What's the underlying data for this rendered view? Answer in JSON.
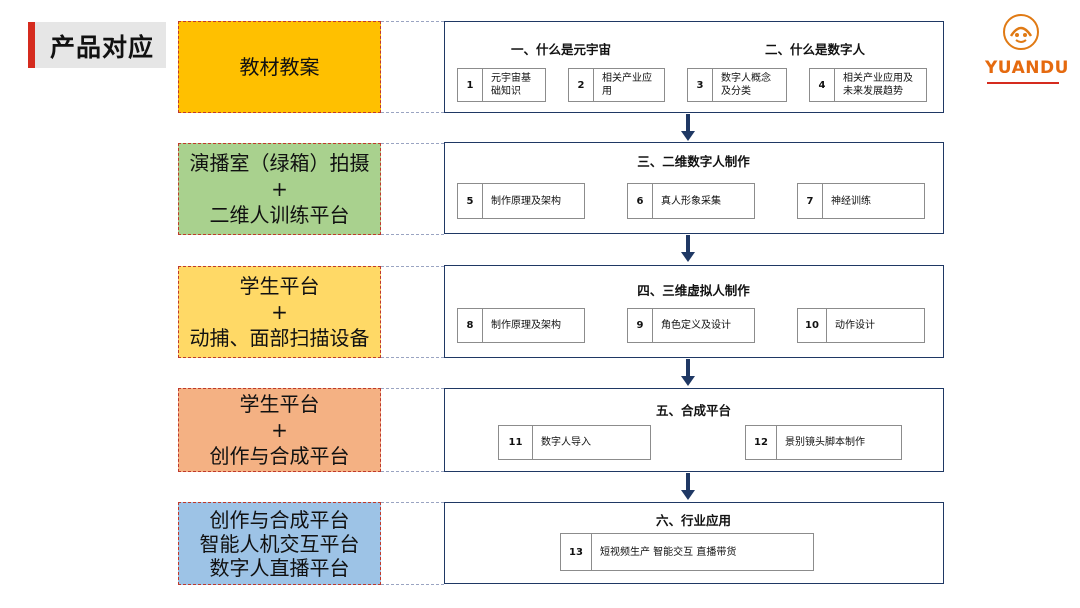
{
  "header": {
    "title": "产品对应"
  },
  "logo": {
    "wordmark": "YUANDU"
  },
  "rows": [
    {
      "left": {
        "lines": [
          "教材教案"
        ],
        "color": "#ffc000"
      },
      "right": {
        "titles": [
          "一、什么是元宇宙",
          "二、什么是数字人"
        ],
        "items": [
          {
            "num": "1",
            "label": "元宇宙基础知识"
          },
          {
            "num": "2",
            "label": "相关产业应用"
          },
          {
            "num": "3",
            "label": "数字人概念及分类"
          },
          {
            "num": "4",
            "label": "相关产业应用及未来发展趋势"
          }
        ]
      }
    },
    {
      "left": {
        "lines": [
          "演播室（绿箱）拍摄",
          "+",
          "二维人训练平台"
        ],
        "color": "#a9d18e"
      },
      "right": {
        "titles": [
          "三、二维数字人制作"
        ],
        "items": [
          {
            "num": "5",
            "label": "制作原理及架构"
          },
          {
            "num": "6",
            "label": "真人形象采集"
          },
          {
            "num": "7",
            "label": "神经训练"
          }
        ]
      }
    },
    {
      "left": {
        "lines": [
          "学生平台",
          "+",
          "动捕、面部扫描设备"
        ],
        "color": "#ffd966"
      },
      "right": {
        "titles": [
          "四、三维虚拟人制作"
        ],
        "items": [
          {
            "num": "8",
            "label": "制作原理及架构"
          },
          {
            "num": "9",
            "label": "角色定义及设计"
          },
          {
            "num": "10",
            "label": "动作设计"
          }
        ]
      }
    },
    {
      "left": {
        "lines": [
          "学生平台",
          "+",
          "创作与合成平台"
        ],
        "color": "#f4b183"
      },
      "right": {
        "titles": [
          "五、合成平台"
        ],
        "items": [
          {
            "num": "11",
            "label": "数字人导入"
          },
          {
            "num": "12",
            "label": "景别镜头脚本制作"
          }
        ]
      }
    },
    {
      "left": {
        "lines": [
          "创作与合成平台",
          "智能人机交互平台",
          "数字人直播平台"
        ],
        "color": "#9dc3e6"
      },
      "right": {
        "titles": [
          "六、行业应用"
        ],
        "items": [
          {
            "num": "13",
            "label": "短视频生产 智能交互 直播带货"
          }
        ]
      }
    }
  ]
}
